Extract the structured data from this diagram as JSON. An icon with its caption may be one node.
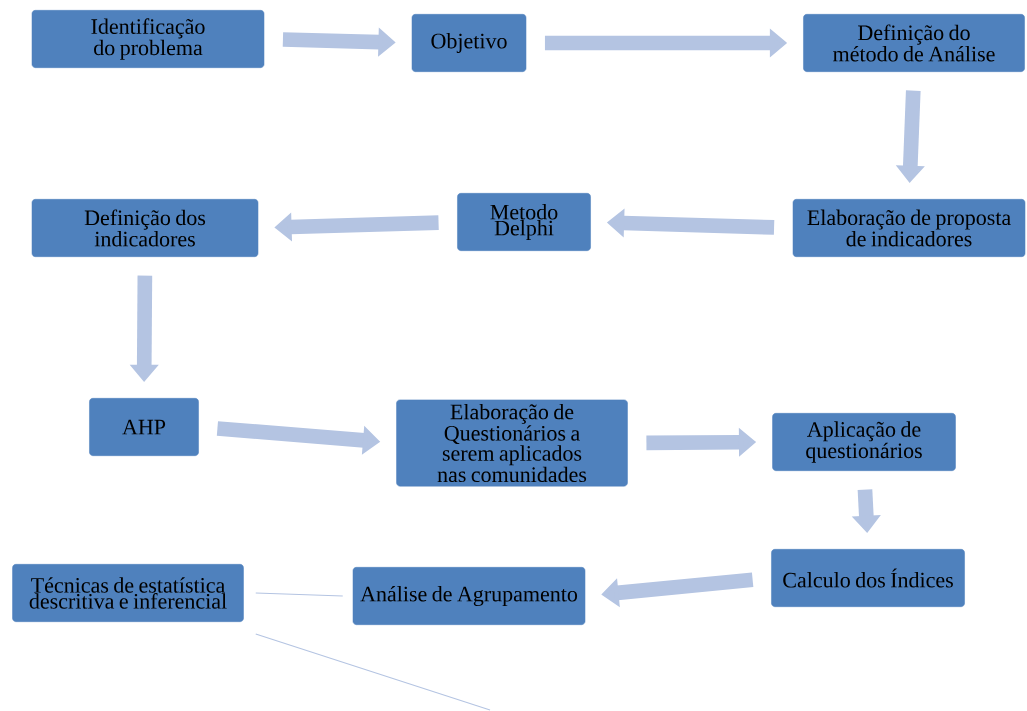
{
  "diagram": {
    "nodes": [
      {
        "text": [
          "Identificação do problema"
        ]
      },
      {
        "text": [
          "Objetivo"
        ]
      },
      {
        "text": [
          "Definição do método de Análise"
        ]
      },
      {
        "text": [
          "Elaboração de proposta de indicadores"
        ]
      },
      {
        "text": [
          "Metodo Delphi"
        ]
      },
      {
        "text": [
          "Definição dos indicadores"
        ]
      },
      {
        "text": [
          "AHP"
        ]
      },
      {
        "text": [
          "Elaboração de Questionários a serem aplicados nas comunidades"
        ]
      },
      {
        "text": [
          "Aplicação de questionários"
        ]
      },
      {
        "text": [
          "Calculo dos Índices"
        ]
      },
      {
        "text": [
          "Análise de Agrupamento"
        ]
      },
      {
        "text": [
          "Técnicas de estatística descritiva e inferencial"
        ]
      }
    ],
    "edges": [
      {
        "from": 0,
        "to": 1,
        "arrow": "to"
      },
      {
        "from": 1,
        "to": 2,
        "arrow": "to"
      },
      {
        "from": 2,
        "to": 3,
        "arrow": "to"
      },
      {
        "from": 3,
        "to": 4,
        "arrow": "to"
      },
      {
        "from": 4,
        "to": 5,
        "arrow": "to"
      },
      {
        "from": 5,
        "to": 6,
        "arrow": "to"
      },
      {
        "from": 6,
        "to": 7,
        "arrow": "to"
      },
      {
        "from": 7,
        "to": 8,
        "arrow": "to"
      },
      {
        "from": 8,
        "to": 9,
        "arrow": "to"
      },
      {
        "from": 9,
        "to": 10,
        "arrow": "to"
      },
      {
        "from": 11,
        "to": 10,
        "arrow": "none"
      },
      {
        "from": 11,
        "to": null,
        "arrow": "none"
      }
    ]
  }
}
